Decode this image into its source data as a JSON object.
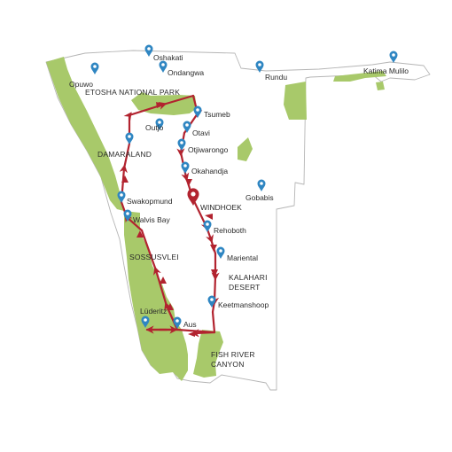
{
  "colors": {
    "border": "#b5b5b5",
    "parks": "#a8c96a",
    "route": "#b2232f",
    "pin": "#2f86c2",
    "start_pin": "#b2232f",
    "text": "#2a2a2a"
  },
  "places": {
    "opuwo": "Opuwo",
    "oshakati": "Oshakati",
    "ondangwa": "Ondangwa",
    "rundu": "Rundu",
    "katima_mulilo": "Katima Mulilo",
    "tsumeb": "Tsumeb",
    "outjo": "Outjo",
    "otavi": "Otavi",
    "otjiwarongo": "Otjiwarongo",
    "okahandja": "Okahandja",
    "gobabis": "Gobabis",
    "windhoek": "WINDHOEK",
    "rehoboth": "Rehoboth",
    "mariental": "Mariental",
    "keetmanshoop": "Keetmanshoop",
    "swakopmund": "Swakopmund",
    "walvis_bay": "Walvis Bay",
    "luderitz": "Lüderitz",
    "aus": "Aus"
  },
  "regions": {
    "etosha": "ETOSHA NATIONAL PARK",
    "damaraland": "DAMARALAND",
    "sossusvlei": "SOSSUSVLEI",
    "kalahari_line1": "KALAHARI",
    "kalahari_line2": "DESERT",
    "fish_river_line1": "FISH RIVER",
    "fish_river_line2": "CANYON"
  }
}
